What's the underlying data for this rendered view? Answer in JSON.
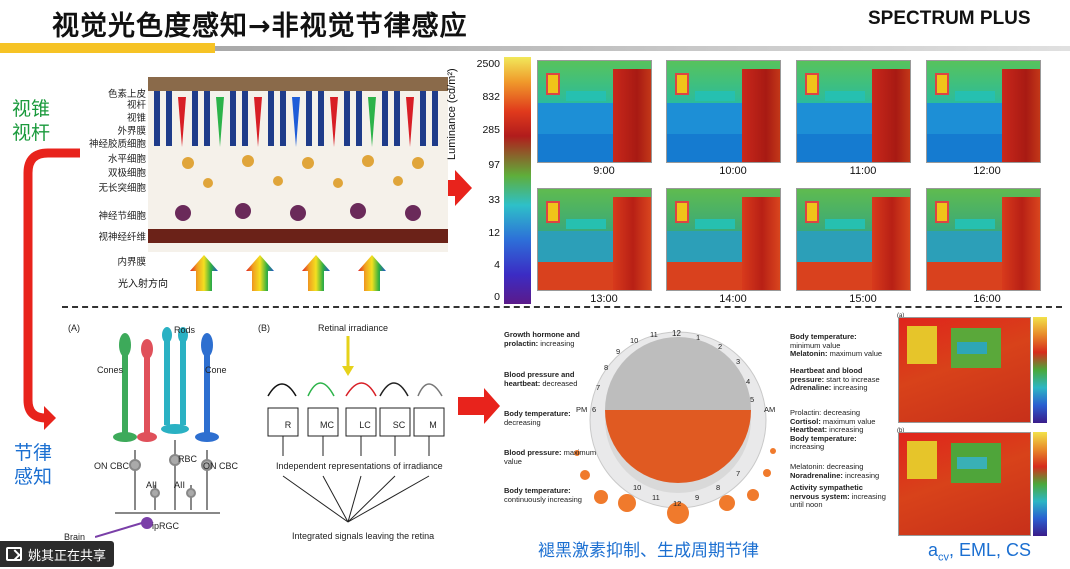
{
  "header": {
    "title": "视觉光色度感知→非视觉节律感应",
    "brand": "SPECTRUM PLUS"
  },
  "side_labels": {
    "top_line1": "视锥",
    "top_line2": "视杆",
    "bottom_line1": "节律",
    "bottom_line2": "感知"
  },
  "retina": {
    "labels": [
      "色素上皮",
      "视杆",
      "视锥",
      "外界膜",
      "神经胶质细胞",
      "水平细胞",
      "双极细胞",
      "无长突细胞",
      "神经节细胞",
      "视神经纤维",
      "内界膜"
    ],
    "light_direction": "光入射方向"
  },
  "luminance": {
    "axis_label": "Luminance (cd/m²)",
    "ticks": [
      "2500",
      "832",
      "285",
      "97",
      "33",
      "12",
      "4",
      "0"
    ]
  },
  "heatmap_times": [
    "9:00",
    "10:00",
    "11:00",
    "12:00",
    "13:00",
    "14:00",
    "15:00",
    "16:00"
  ],
  "cell_diagram": {
    "panel": "(A)",
    "rods": "Rods",
    "cones_left": "Cones",
    "cone_right": "Cone",
    "on_cbc_left": "ON CBC",
    "rbc": "RBC",
    "on_cbc_right": "ON CBC",
    "aii_1": "AII",
    "aii_2": "AII",
    "iprgc": "ipRGC",
    "brain": "Brain"
  },
  "signal_diagram": {
    "panel": "(B)",
    "retinal_irradiance": "Retinal irradiance",
    "boxes": [
      "R",
      "MC",
      "LC",
      "SC",
      "M"
    ],
    "independent": "Independent representations of irradiance",
    "integrated": "Integrated signals leaving the retina"
  },
  "clock": {
    "numbers": [
      "12",
      "1",
      "2",
      "3",
      "4",
      "5",
      "6",
      "7",
      "8",
      "9",
      "10",
      "11",
      "12",
      "11",
      "10",
      "9",
      "8",
      "7"
    ],
    "pm": "PM",
    "am": "AM",
    "left_notes": [
      {
        "bold": "Growth hormone and prolactin:",
        "rest": " increasing"
      },
      {
        "bold": "Blood pressure and heartbeat:",
        "rest": " decreased"
      },
      {
        "bold": "Body temperature:",
        "rest": " decreasing"
      },
      {
        "bold": "Blood pressure:",
        "rest": " maximum value"
      },
      {
        "bold": "Body temperature:",
        "rest": " continuously increasing"
      }
    ],
    "right_notes": [
      {
        "bold": "Body temperature:",
        "rest": " minimum value",
        "bold2": "Melatonin:",
        "rest2": " maximum value"
      },
      {
        "bold": "Heartbeat and blood pressure:",
        "rest": " start to increase",
        "bold2": "Adrenaline:",
        "rest2": " increasing"
      },
      {
        "bold": "",
        "rest": "Prolactin: decreasing",
        "bold2": "Cortisol:",
        "rest2": " maximum value"
      },
      {
        "bold": "Heartbeat:",
        "rest": " increasing",
        "bold2": "Body temperature:",
        "rest2": " increasing"
      },
      {
        "bold": "",
        "rest": "Melatonin: decreasing",
        "bold2": "Noradrenaline:",
        "rest2": " increasing"
      },
      {
        "bold": "Activity sympathetic nervous system:",
        "rest": " increasing until noon",
        "bold2": "",
        "rest2": ""
      }
    ],
    "caption": "褪黑激素抑制、生成周期节律"
  },
  "right_panel": {
    "panel_a": "(a)",
    "panel_b": "(b)",
    "caption_a": "a",
    "caption_sub": "cv",
    "caption_rest": ", EML, CS"
  },
  "share_bar": {
    "text": "姚其正在共享"
  },
  "colors": {
    "accent_yellow": "#f6c325",
    "arrow_red": "#e8231c",
    "label_green": "#1a9a3c",
    "label_blue": "#1b6fd1"
  }
}
